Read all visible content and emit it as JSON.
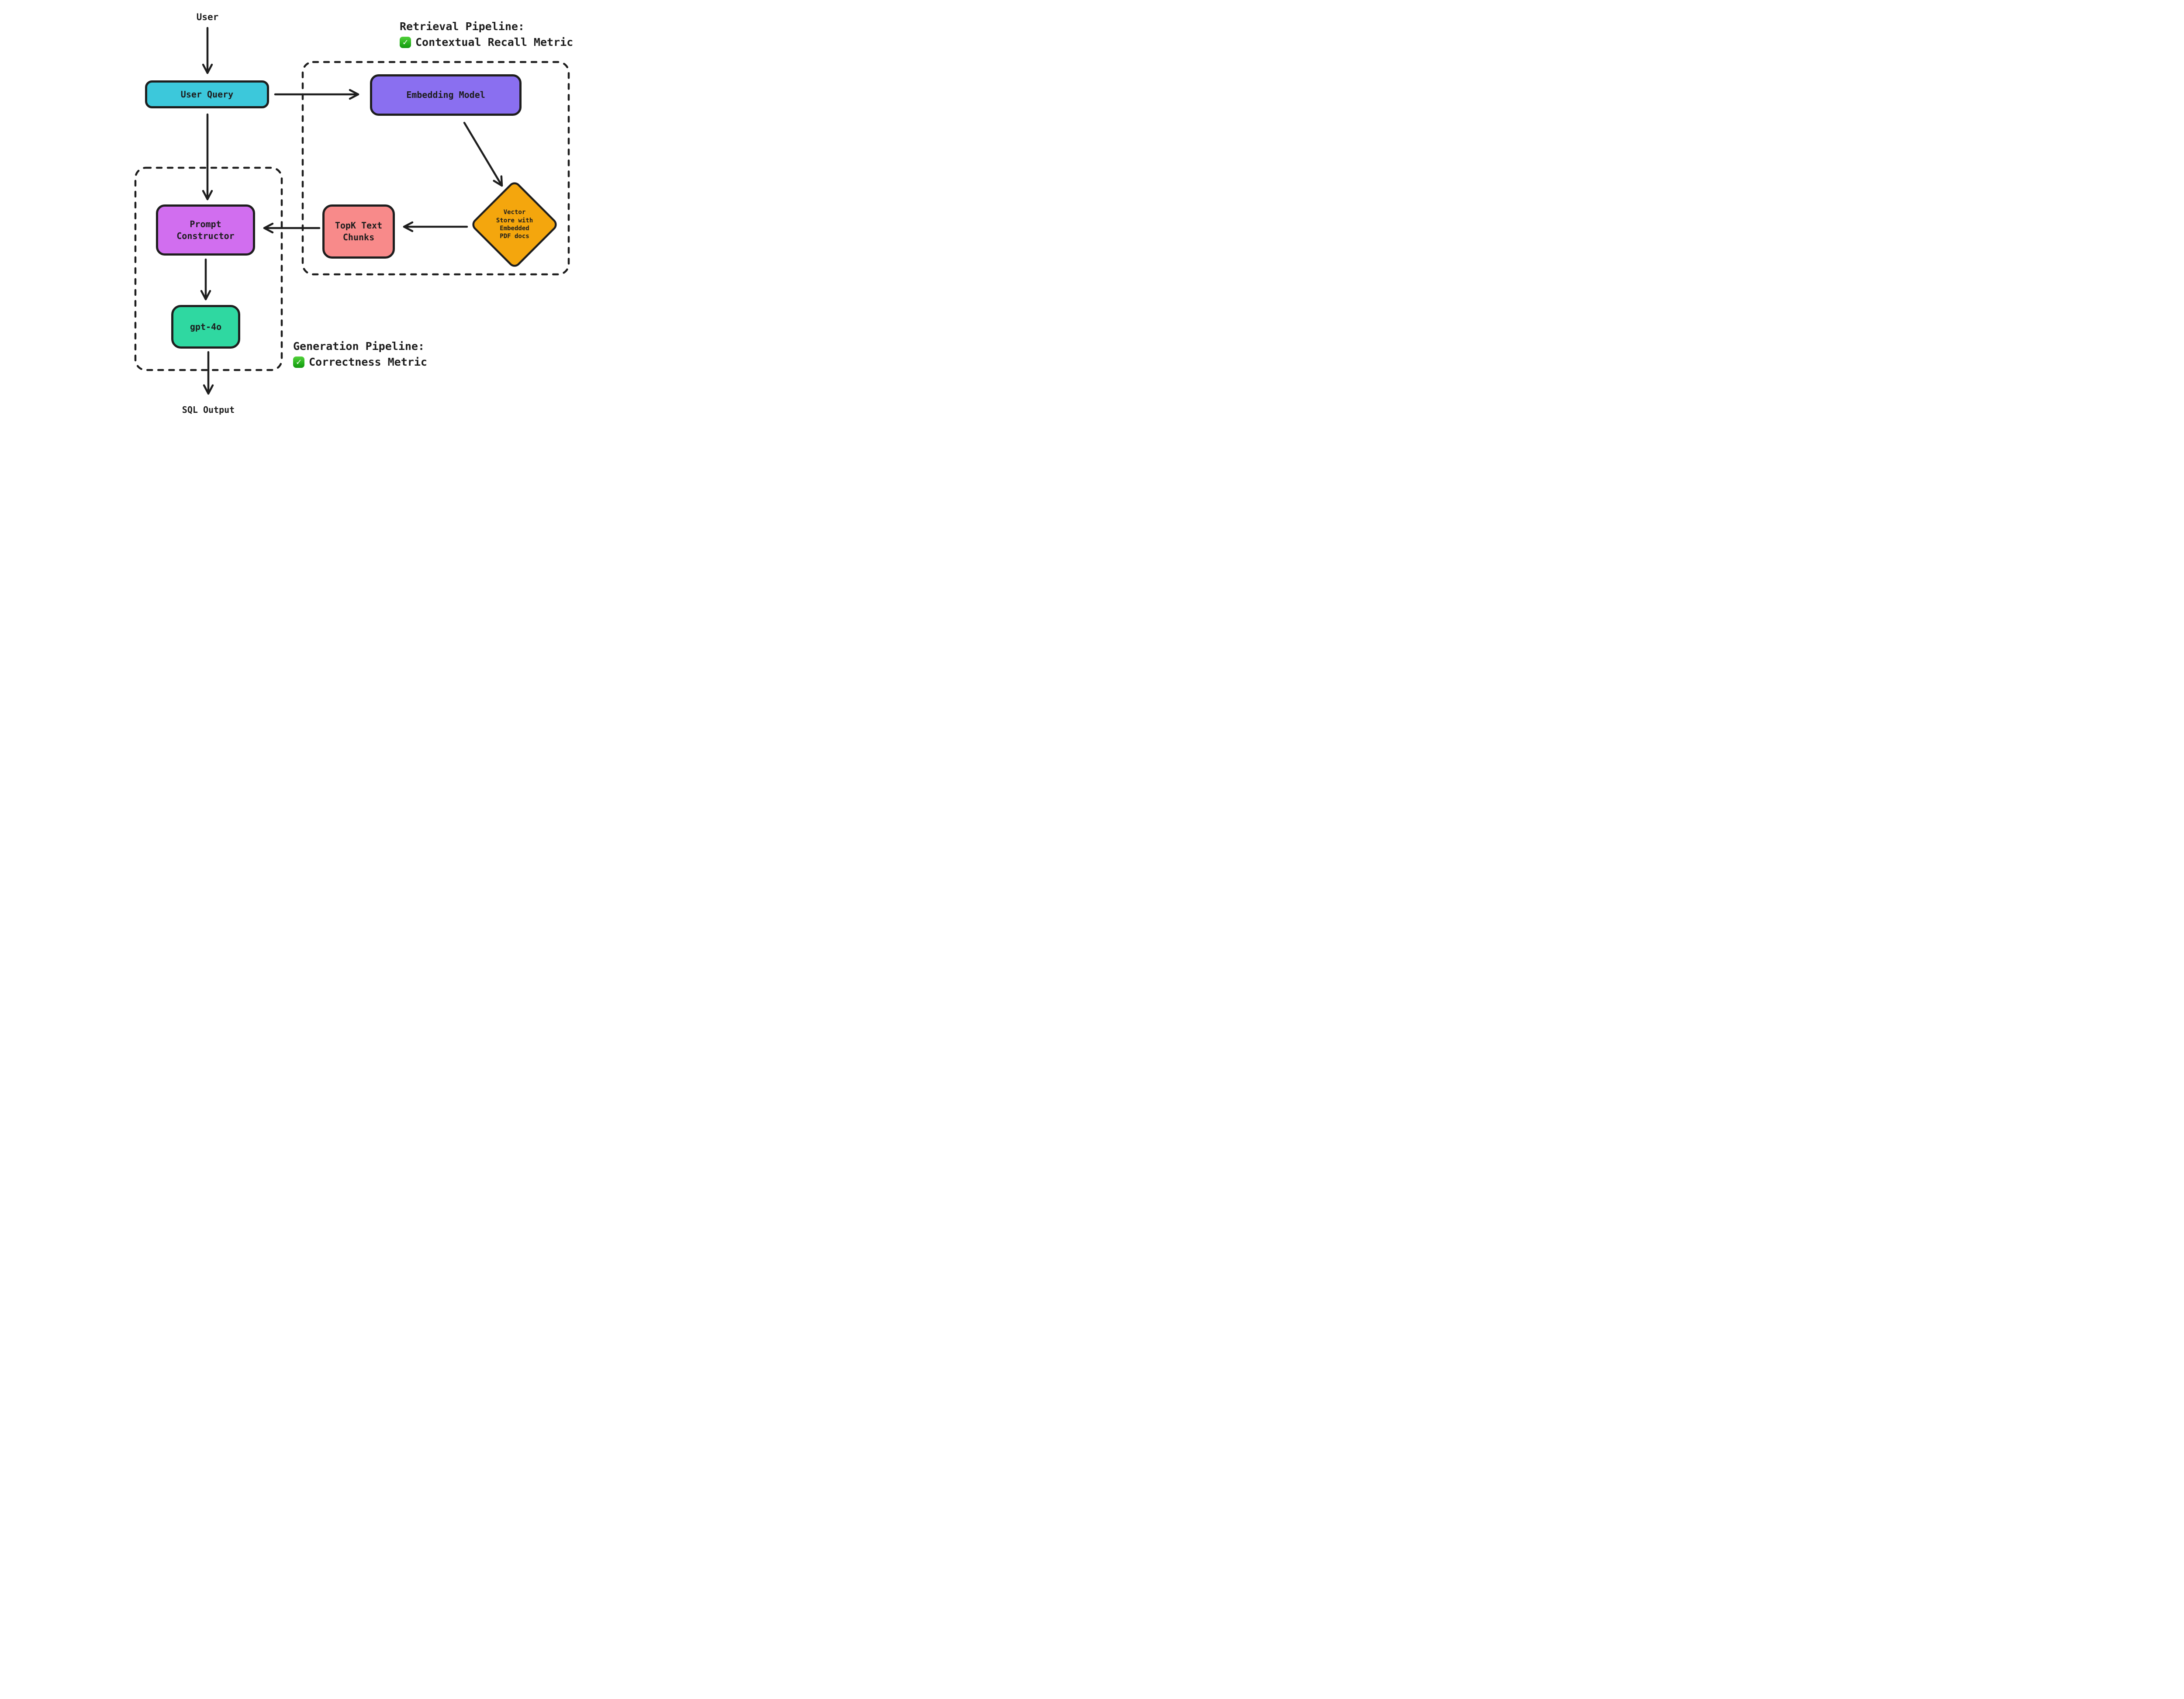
{
  "colors": {
    "background": "#ffffff",
    "outline": "#1e1e1e",
    "user_query_fill": "#3cc8db",
    "embedding_model_fill": "#8a6ff0",
    "vector_store_fill": "#f4a60d",
    "topk_fill": "#f88a8a",
    "prompt_constructor_fill": "#d16eef",
    "gpt4o_fill": "#2fd8a1",
    "check_green": "#2bb32a"
  },
  "labels": {
    "user": "User",
    "sql_output": "SQL Output"
  },
  "nodes": {
    "user_query": {
      "label": "User Query",
      "fill": "#3cc8db"
    },
    "embedding_model": {
      "label": "Embedding Model",
      "fill": "#8a6ff0"
    },
    "vector_store": {
      "label": "Vector\nStore with\nEmbedded\nPDF docs",
      "fill": "#f4a60d"
    },
    "topk": {
      "label": "TopK Text\nChunks",
      "fill": "#f88a8a"
    },
    "prompt_constructor": {
      "label": "Prompt\nConstructor",
      "fill": "#d16eef"
    },
    "gpt4o": {
      "label": "gpt-4o",
      "fill": "#2fd8a1"
    }
  },
  "pipelines": {
    "retrieval": {
      "title": "Retrieval Pipeline:",
      "check": "✓",
      "metric": "Contextual Recall Metric"
    },
    "generation": {
      "title": "Generation Pipeline:",
      "check": "✓",
      "metric": "Correctness Metric"
    }
  }
}
